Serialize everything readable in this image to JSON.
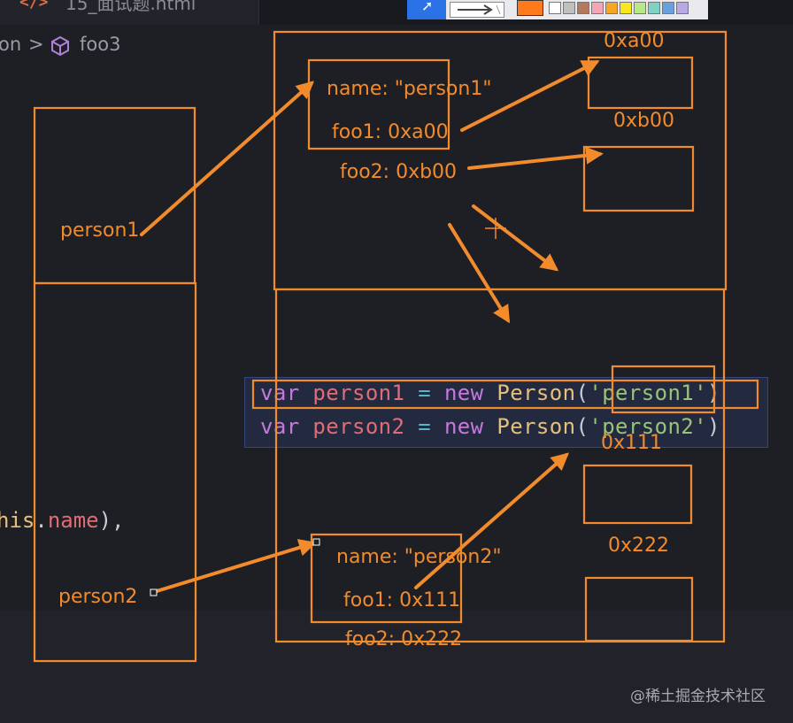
{
  "editor": {
    "tab": {
      "icon": "html-file-icon",
      "icon_glyph": "</>",
      "title": "15_面试题.html"
    },
    "breadcrumb": {
      "prev_partial": "on",
      "separator": ">",
      "symbol_icon": "method-cube-icon",
      "current": "foo3"
    },
    "code_lines": [
      {
        "tokens": [
          {
            "t": "var",
            "c": "kw"
          },
          {
            "t": " ",
            "c": "pun"
          },
          {
            "t": "person1",
            "c": "var"
          },
          {
            "t": " ",
            "c": "pun"
          },
          {
            "t": "=",
            "c": "op"
          },
          {
            "t": " ",
            "c": "pun"
          },
          {
            "t": "new",
            "c": "kw"
          },
          {
            "t": " ",
            "c": "pun"
          },
          {
            "t": "Person",
            "c": "cls"
          },
          {
            "t": "(",
            "c": "pun"
          },
          {
            "t": "'person1'",
            "c": "str"
          },
          {
            "t": ")",
            "c": "pun"
          }
        ]
      },
      {
        "tokens": [
          {
            "t": "var",
            "c": "kw"
          },
          {
            "t": " ",
            "c": "pun"
          },
          {
            "t": "person2",
            "c": "var"
          },
          {
            "t": " ",
            "c": "pun"
          },
          {
            "t": "=",
            "c": "op"
          },
          {
            "t": " ",
            "c": "pun"
          },
          {
            "t": "new",
            "c": "kw"
          },
          {
            "t": " ",
            "c": "pun"
          },
          {
            "t": "Person",
            "c": "cls"
          },
          {
            "t": "(",
            "c": "pun"
          },
          {
            "t": "'person2'",
            "c": "str"
          },
          {
            "t": ")",
            "c": "pun"
          }
        ]
      }
    ],
    "background_code": [
      {
        "t": "his",
        "c": "cls"
      },
      {
        "t": ".",
        "c": "pun"
      },
      {
        "t": "name",
        "c": "var"
      },
      {
        "t": "),",
        "c": "pun"
      }
    ]
  },
  "annotation_toolbar": {
    "tool_icon": "arrow-tool-icon",
    "pen_icon": "pen-style-icon",
    "current_color": "#ff7a1a",
    "palette": [
      "#ffffff",
      "#c0c0c0",
      "#b4785a",
      "#f4a6b8",
      "#f6a623",
      "#f8e71c",
      "#b8e986",
      "#7ed3c4",
      "#6aa0e0",
      "#b9a8e6"
    ]
  },
  "annotations": {
    "stroke_color": "#f28b2c",
    "labels": {
      "person1": "person1",
      "person2": "person2",
      "obj1_name": "name: \"person1\"",
      "obj1_foo1": "foo1: 0xa00",
      "obj1_foo2": "foo2: 0xb00",
      "addr_a00": "0xa00",
      "addr_b00": "0xb00",
      "obj2_name": "name: \"person2\"",
      "obj2_foo1": "foo1: 0x111",
      "obj2_foo2": "foo2: 0x222",
      "addr_111": "0x111",
      "addr_222": "0x222"
    }
  },
  "watermark": "@稀土掘金技术社区"
}
